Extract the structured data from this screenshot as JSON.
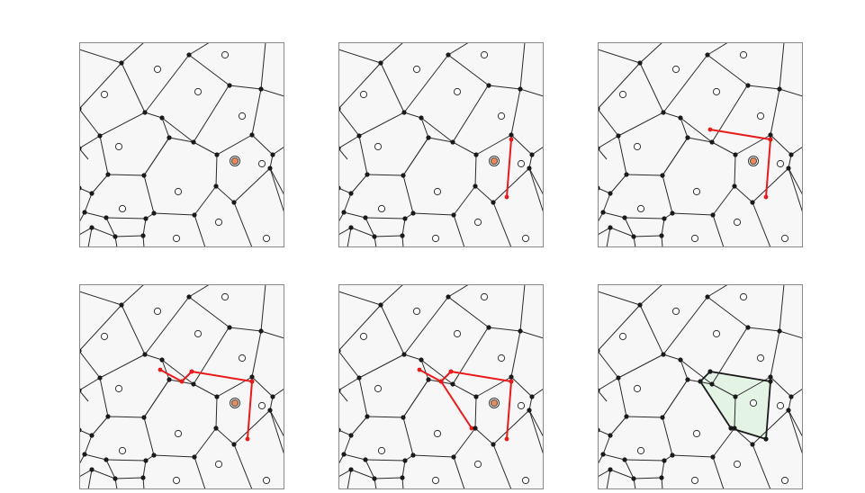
{
  "figure": {
    "panel_count": 6,
    "grid": {
      "rows": 2,
      "columns": 3
    },
    "colors": {
      "background": "#ffffff",
      "panel_fill": "#f7f7f7",
      "panel_border": "#888888",
      "cell_edge": "#2a2a2a",
      "vertex": "#1a1a1a",
      "site_stroke": "#333333",
      "highlight_site": "#e58a5a",
      "new_edge": "#e81b1b",
      "final_cell_fill": "#e3f3e4",
      "final_cell_stroke": "#1a1a1a"
    },
    "panels": [
      {
        "step": 1,
        "new_edges": 0,
        "show_highlight_site": true,
        "final_cell": false
      },
      {
        "step": 2,
        "new_edges": 1,
        "show_highlight_site": true,
        "final_cell": false
      },
      {
        "step": 3,
        "new_edges": 2,
        "show_highlight_site": true,
        "final_cell": false
      },
      {
        "step": 4,
        "new_edges": 4,
        "show_highlight_site": true,
        "final_cell": false
      },
      {
        "step": 5,
        "new_edges": 5,
        "show_highlight_site": true,
        "final_cell": false
      },
      {
        "step": 6,
        "new_edges": 0,
        "show_highlight_site": false,
        "final_cell": true
      }
    ]
  }
}
